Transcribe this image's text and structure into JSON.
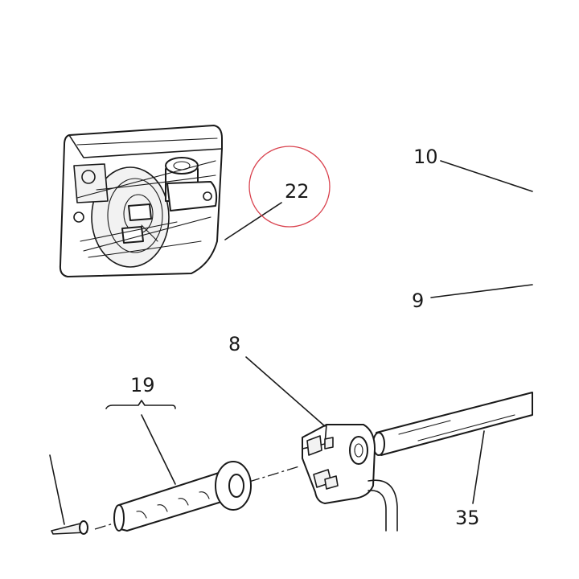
{
  "callouts": {
    "c22": "22",
    "c10": "10",
    "c9": "9",
    "c8": "8",
    "c19": "19",
    "c35": "35"
  },
  "highlight_color": "#d9434f",
  "line_color": "#1a1a1a"
}
